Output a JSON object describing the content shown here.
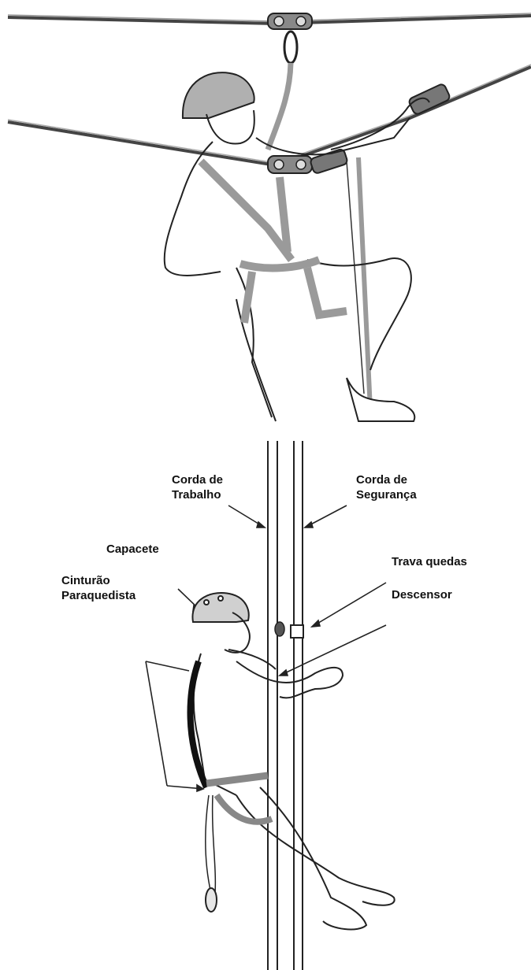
{
  "top_illustration": {
    "description_visible_text": ""
  },
  "bottom_illustration": {
    "labels": {
      "corda_trabalho": "Corda de\nTrabalho",
      "corda_seguranca": "Corda de\nSegurança",
      "capacete": "Capacete",
      "cinturao": "Cinturão\nParaquedista",
      "trava_quedas": "Trava quedas",
      "descensor": "Descensor"
    }
  },
  "colors": {
    "line": "#222222",
    "strap": "#9a9a9a",
    "helmet": "#c9c9c9",
    "rope": "#b5b5b5"
  },
  "icons": [
    "pulley-icon",
    "carabiner-icon",
    "helmet-icon",
    "harness-icon",
    "fall-arrester-icon",
    "descender-icon"
  ]
}
